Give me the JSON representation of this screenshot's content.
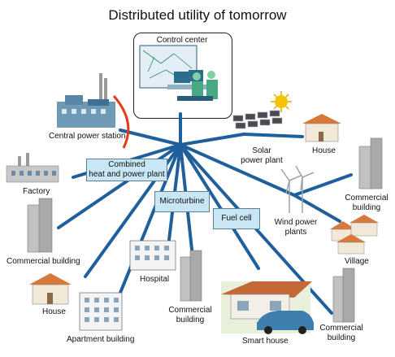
{
  "title": "Distributed utility of tomorrow",
  "control_center": {
    "label": "Control center"
  },
  "nodes": {
    "central_power_station": "Central power station",
    "solar_power_plant_line1": "Solar",
    "solar_power_plant_line2": "power plant",
    "house_top": "House",
    "factory": "Factory",
    "commercial_building_right_line1": "Commercial",
    "commercial_building_right_line2": "building",
    "wind_power_plants_line1": "Wind power",
    "wind_power_plants_line2": "plants",
    "village": "Village",
    "commercial_building_left": "Commercial building",
    "hospital": "Hospital",
    "house_bottom": "House",
    "commercial_building_mid_line1": "Commercial",
    "commercial_building_mid_line2": "building",
    "apartment_building": "Apartment building",
    "smart_house": "Smart house",
    "commercial_building_br_line1": "Commercial",
    "commercial_building_br_line2": "building"
  },
  "boxes": {
    "chp_line1": "Combined",
    "chp_line2": "heat and power plant",
    "microturbine": "Microturbine",
    "fuel_cell": "Fuel cell"
  },
  "colors": {
    "line": "#1f5f9c",
    "box_fill": "#c9e6f5",
    "arc": "#e23b1a",
    "sun": "#f5c400",
    "roof": "#d8783a",
    "building": "#b7b7b7",
    "car": "#3f7fb0"
  }
}
